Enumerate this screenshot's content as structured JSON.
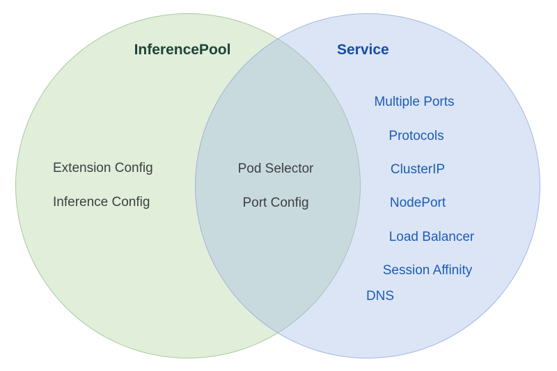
{
  "venn": {
    "type": "venn-diagram",
    "left": {
      "title": "InferencePool",
      "items": [
        "Extension Config",
        "Inference Config"
      ]
    },
    "intersection": {
      "items": [
        "Pod Selector",
        "Port Config"
      ]
    },
    "right": {
      "title": "Service",
      "items": [
        "Multiple Ports",
        "Protocols",
        "ClusterIP",
        "NodePort",
        "Load Balancer",
        "Session Affinity",
        "DNS"
      ]
    },
    "colors": {
      "left_circle_fill": "#e3efdc",
      "right_circle_fill": "#dce4f6",
      "overlap_fill": "#d3e0da",
      "left_title_text": "#1e4438",
      "right_title_text": "#174ea6",
      "left_item_text": "#3c4043",
      "right_item_text": "#1b5cb8",
      "background": "#ffffff"
    }
  }
}
